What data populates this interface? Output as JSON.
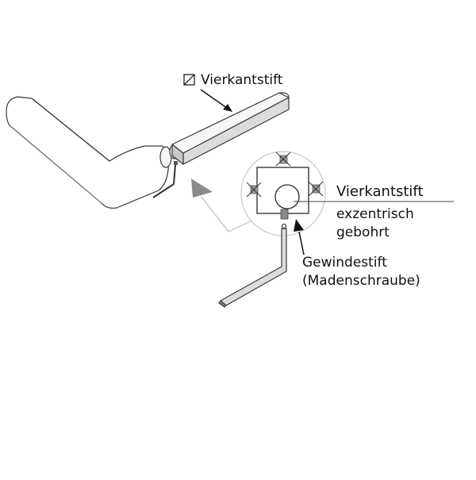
{
  "labels": {
    "square_pin_top": "Vierkantstift",
    "square_pin_main": "Vierkantstift",
    "eccentric_line1": "exzentrisch",
    "eccentric_line2": "gebohrt",
    "set_screw_line1": "Gewindestift",
    "set_screw_line2": "(Madenschraube)"
  },
  "icons": {
    "square_symbol": "square-diagonal-symbol-icon"
  }
}
